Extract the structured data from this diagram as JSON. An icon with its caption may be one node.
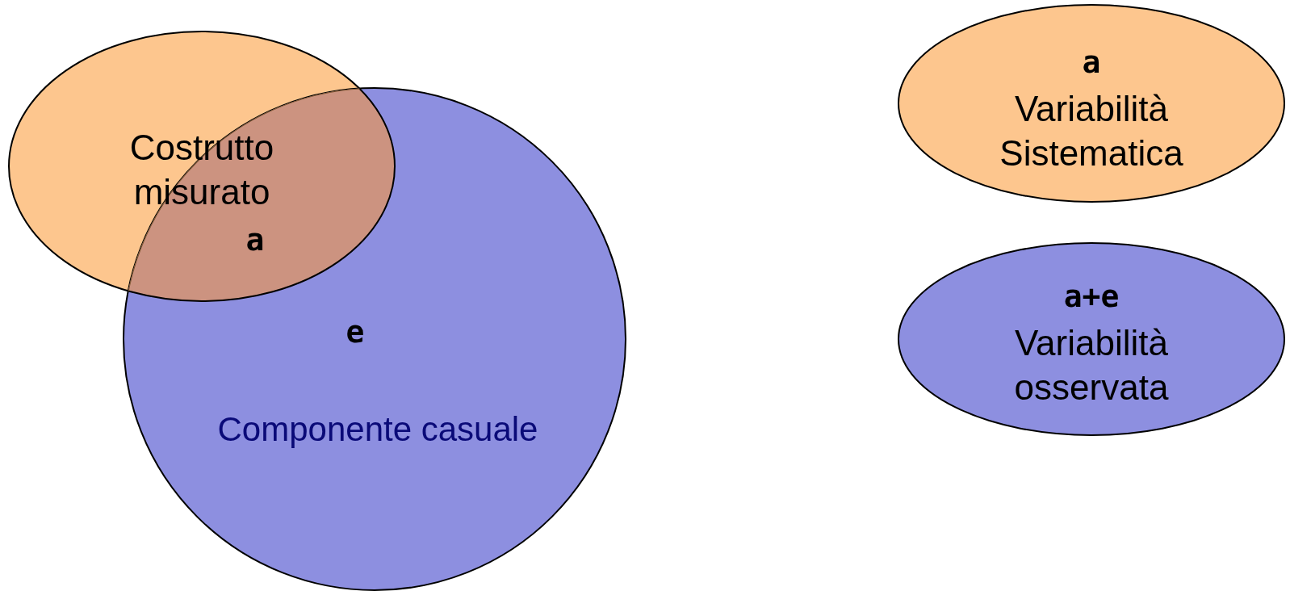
{
  "diagram": {
    "nodes": [
      {
        "text": [
          "Costrutto misurato"
        ]
      },
      {
        "text": [
          "e",
          "Componente casuale"
        ]
      },
      {
        "text": [
          "a",
          "Variabilità Sistematica"
        ]
      },
      {
        "text": [
          "a+e",
          "Variabilità osservata"
        ]
      }
    ],
    "labels": [
      "a"
    ]
  }
}
